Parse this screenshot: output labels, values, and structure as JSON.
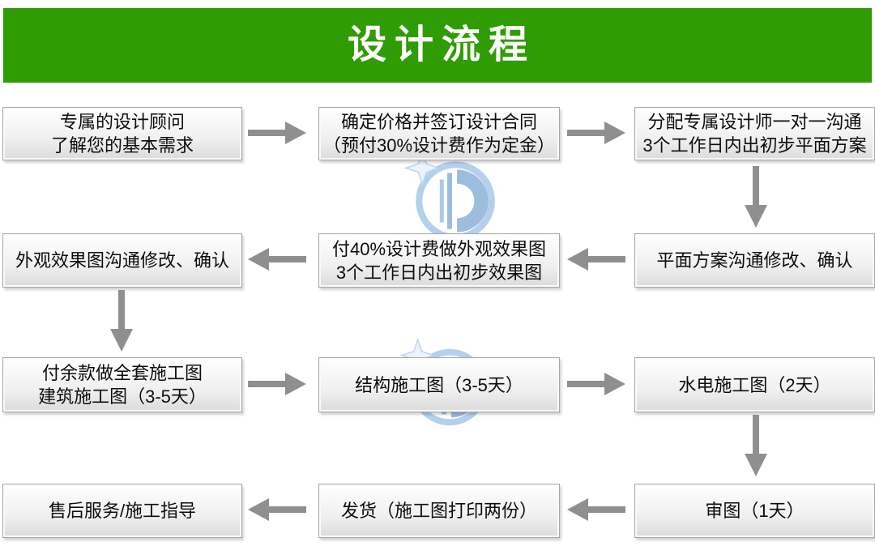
{
  "header": {
    "title": "设计流程"
  },
  "colors": {
    "header_bg": "#2f9c04",
    "arrow": "#8f8f8f",
    "box_border": "#a6a6a6",
    "watermark_ring": "#aecbea",
    "watermark_fill": "#93b6dc",
    "text": "#0d0d0d"
  },
  "nodes": [
    {
      "id": "n1",
      "lines": [
        "专属的设计顾问",
        "了解您的基本需求"
      ]
    },
    {
      "id": "n2",
      "lines": [
        "确定价格并签订设计合同",
        "（预付30%设计费作为定金）"
      ]
    },
    {
      "id": "n3",
      "lines": [
        "分配专属设计师一对一沟通",
        "3个工作日内出初步平面方案"
      ]
    },
    {
      "id": "n4",
      "lines": [
        "平面方案沟通修改、确认"
      ]
    },
    {
      "id": "n5",
      "lines": [
        "付40%设计费做外观效果图",
        "3个工作日内出初步效果图"
      ]
    },
    {
      "id": "n6",
      "lines": [
        "外观效果图沟通修改、确认"
      ]
    },
    {
      "id": "n7",
      "lines": [
        "付余款做全套施工图",
        "建筑施工图（3-5天）"
      ]
    },
    {
      "id": "n8",
      "lines": [
        "结构施工图（3-5天）"
      ]
    },
    {
      "id": "n9",
      "lines": [
        "水电施工图（2天）"
      ]
    },
    {
      "id": "n10",
      "lines": [
        "审图（1天）"
      ]
    },
    {
      "id": "n11",
      "lines": [
        "发货（施工图打印两份）"
      ]
    },
    {
      "id": "n12",
      "lines": [
        "售后服务/施工指导"
      ]
    }
  ],
  "flows": [
    {
      "from": "n1",
      "to": "n2",
      "dir": "right"
    },
    {
      "from": "n2",
      "to": "n3",
      "dir": "right"
    },
    {
      "from": "n3",
      "to": "n4",
      "dir": "down"
    },
    {
      "from": "n4",
      "to": "n5",
      "dir": "left"
    },
    {
      "from": "n5",
      "to": "n6",
      "dir": "left"
    },
    {
      "from": "n6",
      "to": "n7",
      "dir": "down"
    },
    {
      "from": "n7",
      "to": "n8",
      "dir": "right"
    },
    {
      "from": "n8",
      "to": "n9",
      "dir": "right"
    },
    {
      "from": "n9",
      "to": "n10",
      "dir": "down"
    },
    {
      "from": "n10",
      "to": "n11",
      "dir": "left"
    },
    {
      "from": "n11",
      "to": "n12",
      "dir": "left"
    }
  ]
}
